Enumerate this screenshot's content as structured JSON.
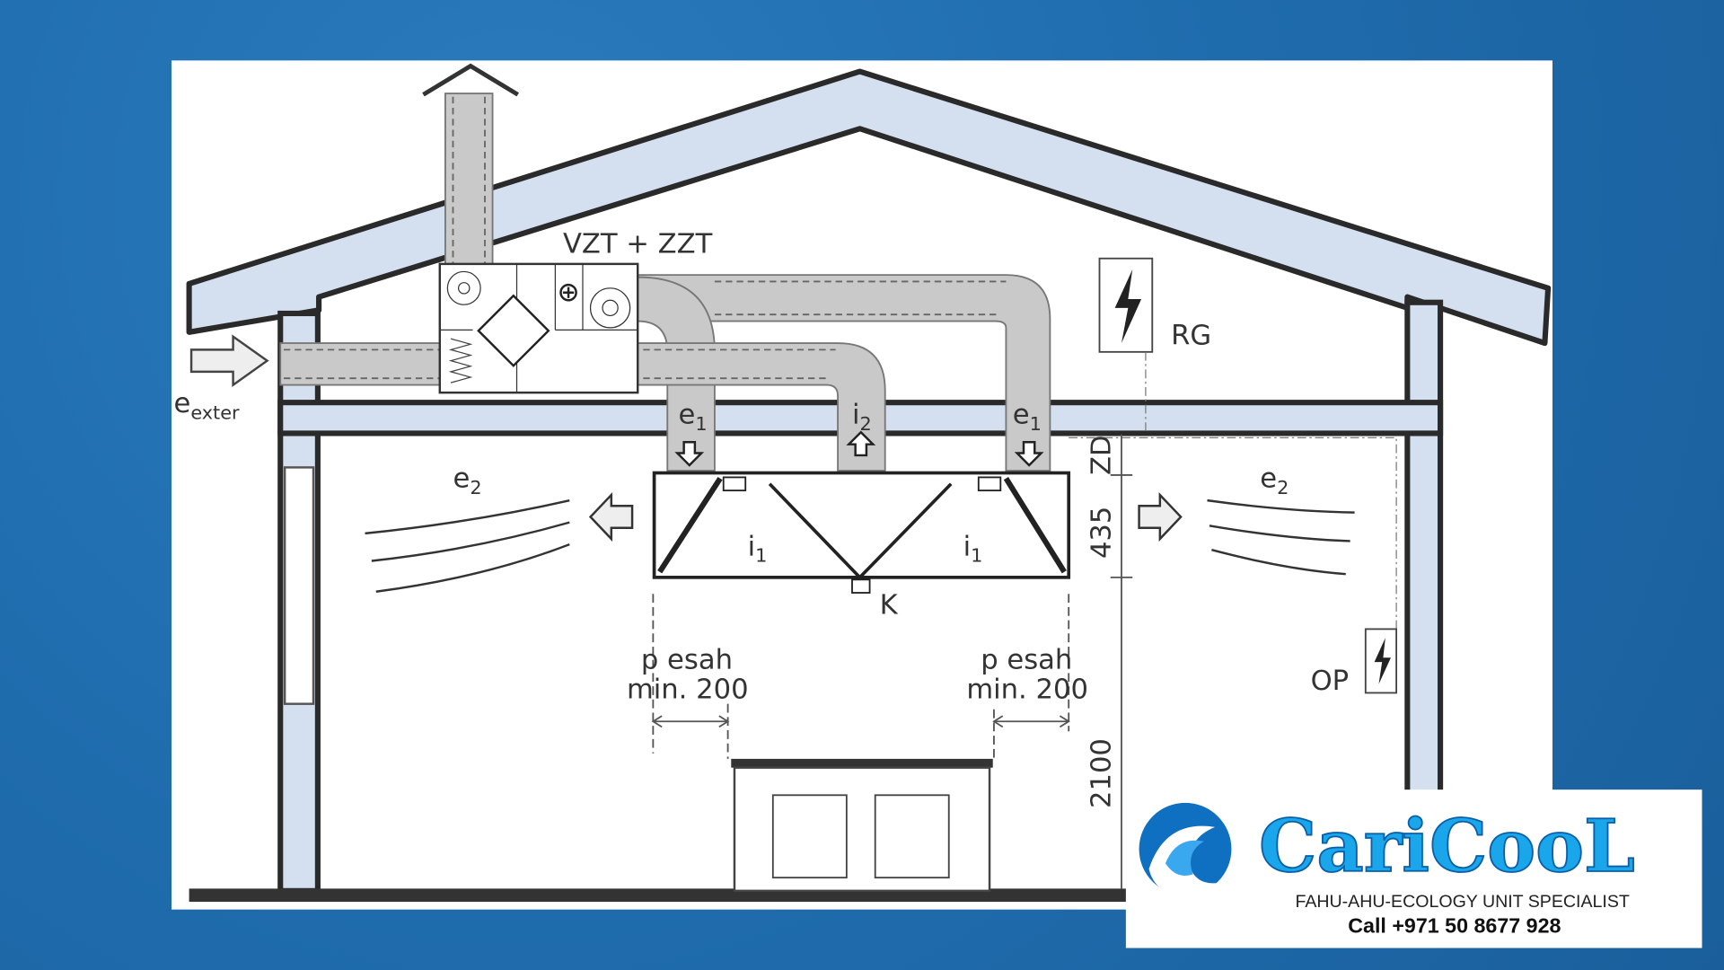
{
  "colors": {
    "background": "#1f6cad",
    "panel": "#ffffff",
    "structure_fill": "#d4e0f0",
    "duct": "#c9c9c9",
    "brand": "#1aa6ea"
  },
  "diagram": {
    "unit_label": "VZT + ZZT",
    "rg_label": "RG",
    "op_label": "OP",
    "k_label": "K",
    "e_exter": {
      "base": "e",
      "sub": "exter"
    },
    "e1_left": {
      "base": "e",
      "sub": "1"
    },
    "e1_right": {
      "base": "e",
      "sub": "1"
    },
    "i2": {
      "base": "i",
      "sub": "2"
    },
    "e2_left": {
      "base": "e",
      "sub": "2"
    },
    "e2_right": {
      "base": "e",
      "sub": "2"
    },
    "i1_left": {
      "base": "i",
      "sub": "1"
    },
    "i1_right": {
      "base": "i",
      "sub": "1"
    },
    "overlap_left": {
      "line1": "p  esah",
      "line2": "min. 200"
    },
    "overlap_right": {
      "line1": "p  esah",
      "line2": "min. 200"
    },
    "dim_zd": "ZD",
    "dim_435": "435",
    "dim_2100": "2100",
    "icons": [
      "exhaust-cap-icon",
      "fan-icon",
      "heat-exchanger-icon",
      "filter-icon",
      "heater-icon",
      "lightning-icon",
      "arrow-icon"
    ]
  },
  "logo": {
    "name": "CariCooL",
    "tagline": "FAHU-AHU-ECOLOGY UNIT SPECIALIST",
    "phone": "Call +971 50 8677 928"
  }
}
